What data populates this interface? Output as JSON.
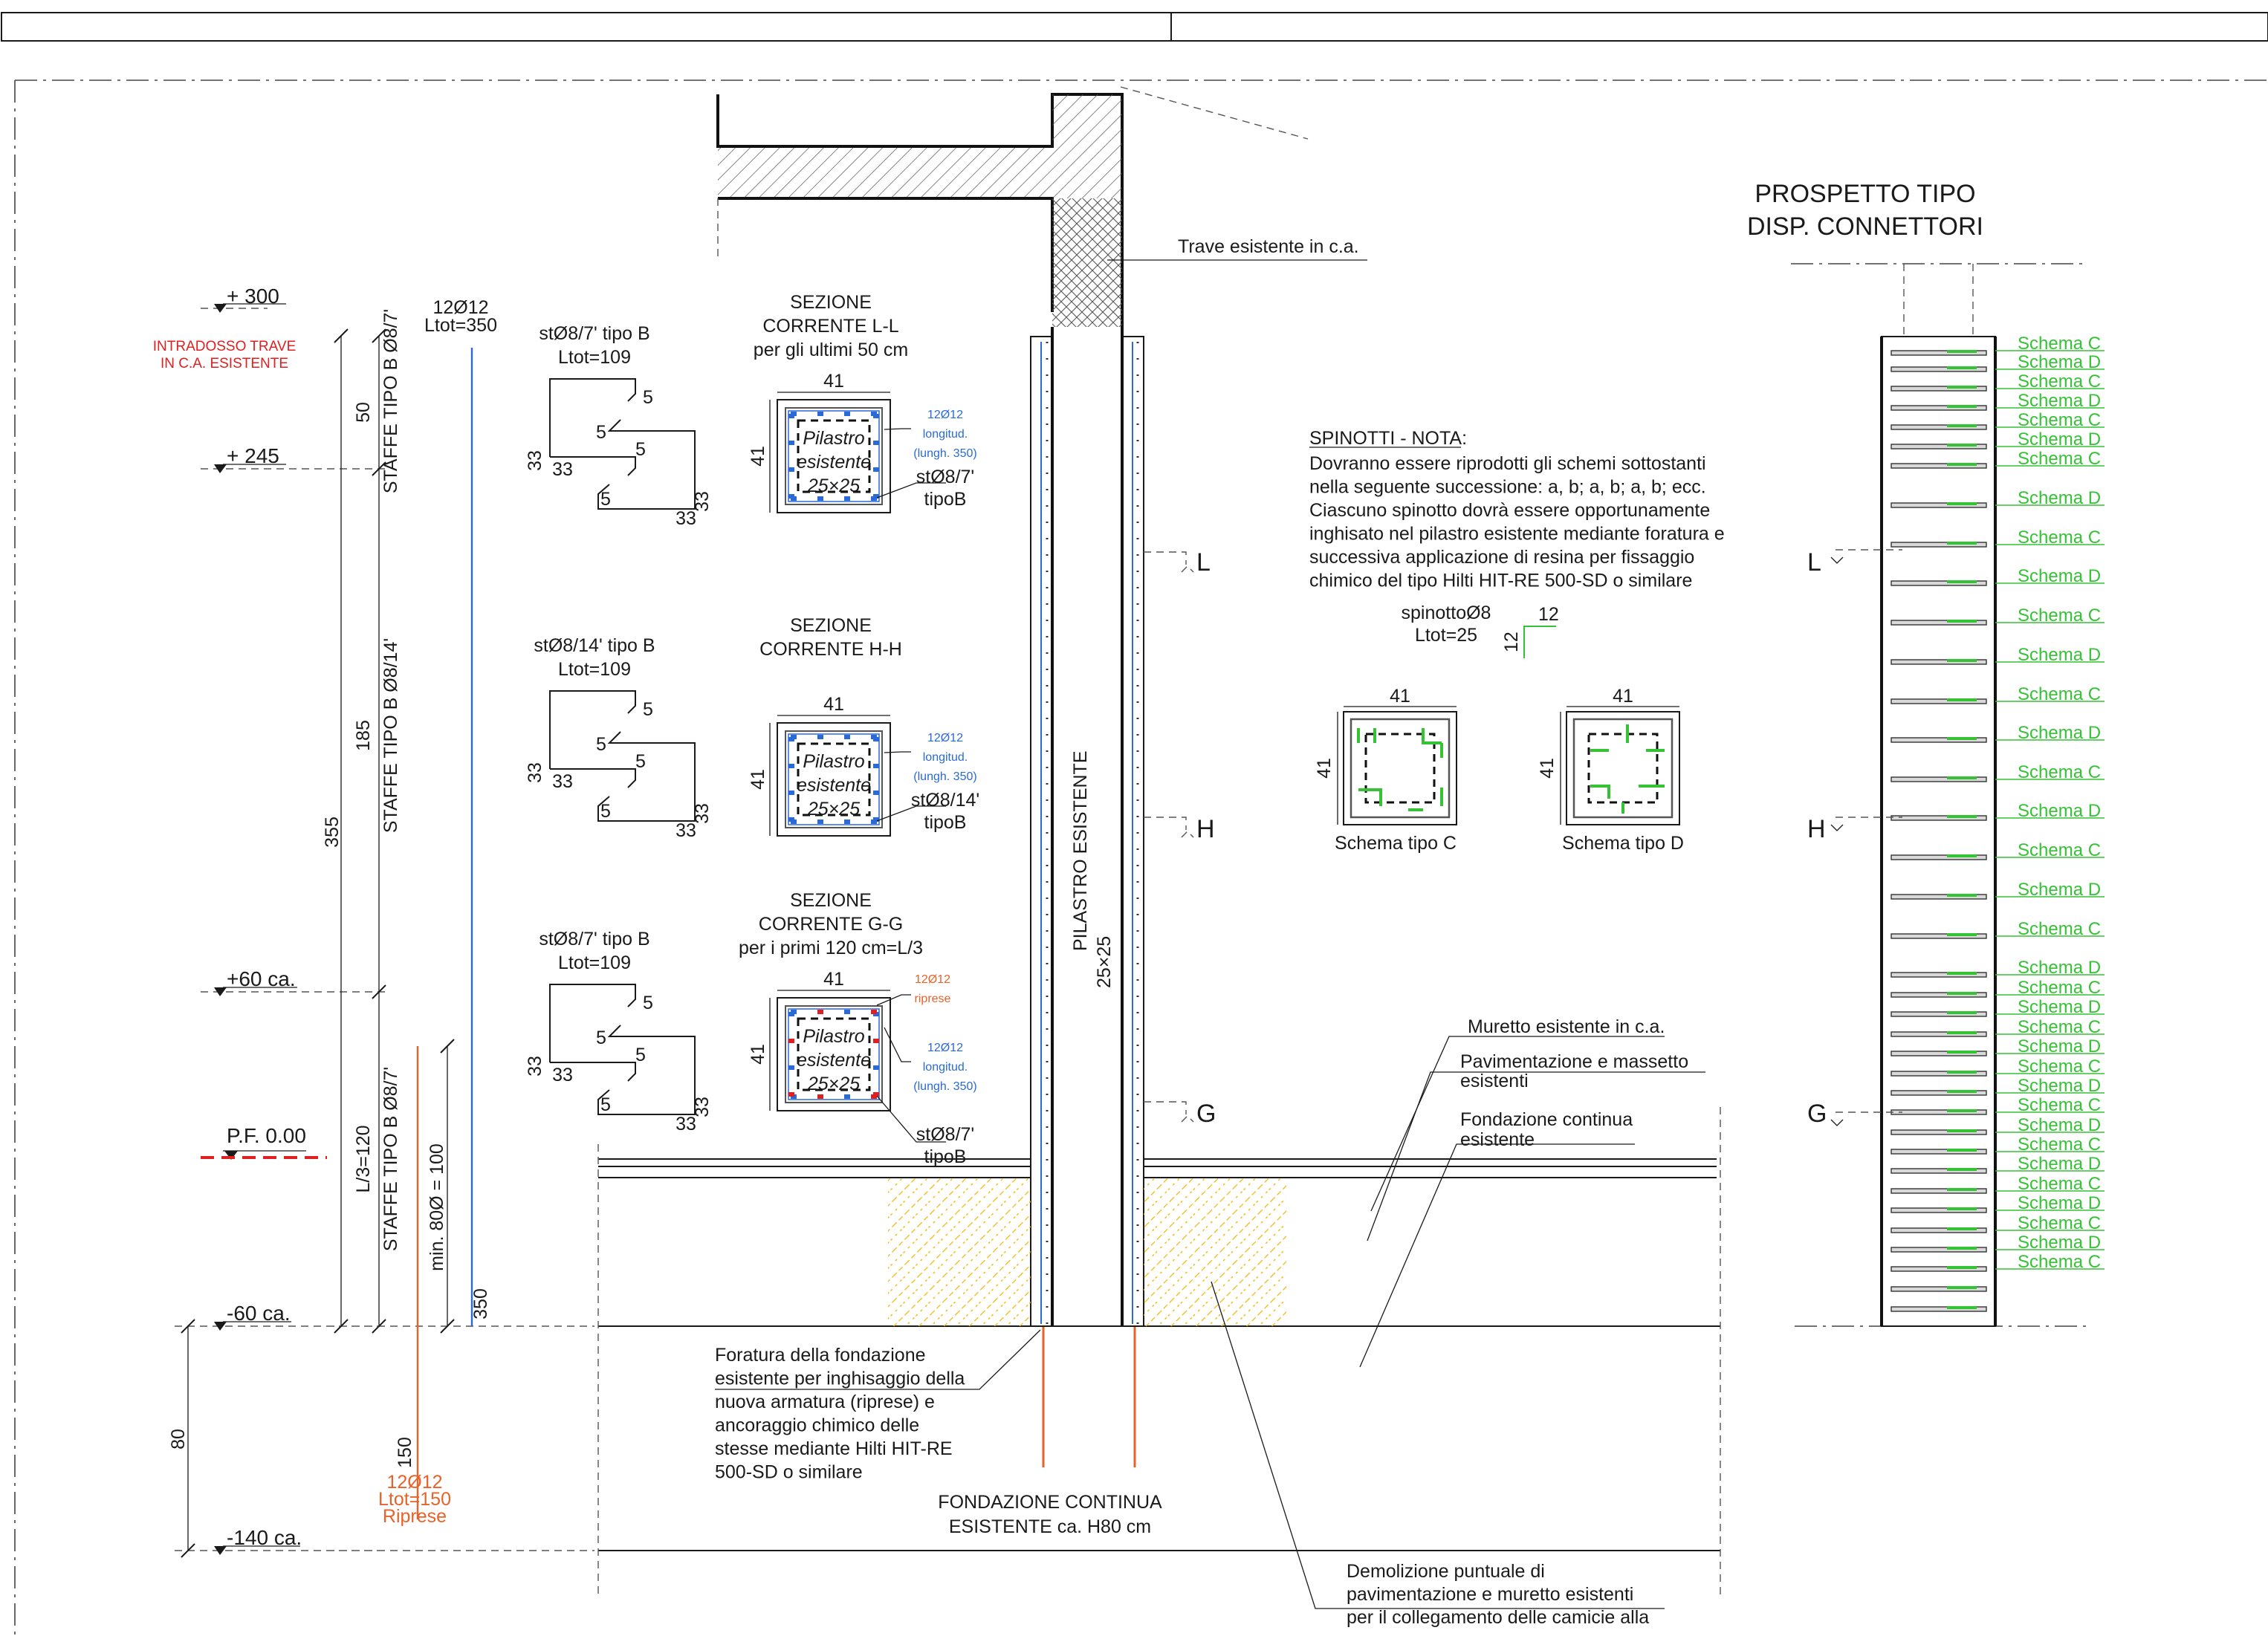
{
  "colors": {
    "line": "#1a1a1a",
    "red": "#e02020",
    "orange": "#e8622a",
    "blue": "#2a6ad8",
    "green": "#35c235",
    "hatch_yellow": "#f2b400"
  },
  "levels": {
    "plus300": "+ 300",
    "plus245": "+ 245",
    "plus60": "+60 ca.",
    "pf": "P.F. 0.00",
    "minus60": "-60 ca.",
    "minus140": "-140 ca."
  },
  "left_dims": {
    "intradosso_1": "INTRADOSSO TRAVE",
    "intradosso_2": "IN C.A. ESISTENTE",
    "d50": "50",
    "d185": "185",
    "d355": "355",
    "d80": "80",
    "d150": "150",
    "d350": "350",
    "l3": "L/3=120",
    "min80": "min. 80Ø = 100",
    "staffe_top": "STAFFE TIPO B Ø8/7'",
    "staffe_mid": "STAFFE TIPO B Ø8/14'",
    "staffe_bot": "STAFFE TIPO B Ø8/7'"
  },
  "bars": {
    "long_1": "12Ø12",
    "long_2": "Ltot=350",
    "rip_1": "12Ø12",
    "rip_2": "Ltot=150",
    "rip_3": "Riprese"
  },
  "stirrups": [
    {
      "title": "stØ8/7' tipo B",
      "ltot": "Ltot=109",
      "d33": "33",
      "d5": "5"
    },
    {
      "title": "stØ8/14' tipo B",
      "ltot": "Ltot=109",
      "d33": "33",
      "d5": "5"
    },
    {
      "title": "stØ8/7' tipo B",
      "ltot": "Ltot=109",
      "d33": "33",
      "d5": "5"
    }
  ],
  "sections": [
    {
      "t1": "SEZIONE",
      "t2": "CORRENTE L-L",
      "t3": "per gli ultimi 50 cm",
      "dim": "41",
      "p1": "Pilastro",
      "p2": "esistente",
      "p3": "25×25",
      "n1": "12Ø12",
      "n2": "longitud.",
      "n3": "(lungh. 350)",
      "st1": "stØ8/7'",
      "st2": "tipoB"
    },
    {
      "t1": "SEZIONE",
      "t2": "CORRENTE H-H",
      "t3": "",
      "dim": "41",
      "p1": "Pilastro",
      "p2": "esistente",
      "p3": "25×25",
      "n1": "12Ø12",
      "n2": "longitud.",
      "n3": "(lungh. 350)",
      "st1": "stØ8/14'",
      "st2": "tipoB"
    },
    {
      "t1": "SEZIONE",
      "t2": "CORRENTE G-G",
      "t3": "per i primi 120 cm=L/3",
      "dim": "41",
      "p1": "Pilastro",
      "p2": "esistente",
      "p3": "25×25",
      "n1": "12Ø12",
      "n2": "longitud.",
      "n3": "(lungh. 350)",
      "st1": "stØ8/7'",
      "st2": "tipoB",
      "r1": "12Ø12",
      "r2": "riprese"
    }
  ],
  "column": {
    "label1": "PILASTRO ESISTENTE",
    "label2": "25×25",
    "cut_l": "L",
    "cut_h": "H",
    "cut_g": "G",
    "trave": "Trave esistente in c.a."
  },
  "notes": {
    "murretto": "Muretto esistente in c.a.",
    "pav1": "Pavimentazione e massetto",
    "pav2": "esistenti",
    "fond1": "Fondazione continua",
    "fond2": "esistente",
    "foratura": [
      "Foratura della fondazione",
      "esistente per inghisaggio della",
      "nuova armatura (riprese) e",
      "ancoraggio chimico delle",
      "stesse mediante Hilti HIT-RE",
      "500-SD o similare"
    ],
    "fondazione_c1": "FONDAZIONE CONTINUA",
    "fondazione_c2": "ESISTENTE ca. H80 cm",
    "demolizione": [
      "Demolizione puntuale di",
      "pavimentazione e muretto esistenti",
      "per il collegamento delle camicie alla"
    ]
  },
  "spinotti": {
    "title": "SPINOTTI - NOTA:",
    "lines": [
      "Dovranno essere riprodotti gli schemi sottostanti",
      "nella seguente successione: a, b; a, b; a, b; ecc.",
      "Ciascuno spinotto dovrà essere opportunamente",
      "inghisato nel pilastro esistente mediante foratura e",
      "successiva applicazione di resina per fissaggio",
      "chimico del tipo Hilti HIT-RE 500-SD o similare"
    ],
    "spin1": "spinottoØ8",
    "spin2": "Ltot=25",
    "d12a": "12",
    "d12b": "12",
    "dimC_top": "41",
    "dimC_side": "41",
    "dimD_top": "41",
    "dimD_side": "41",
    "schemaC": "Schema tipo C",
    "schemaD": "Schema tipo D"
  },
  "prospetto": {
    "title1": "PROSPETTO TIPO",
    "title2": "DISP. CONNETTORI",
    "cut_l": "L",
    "cut_h": "H",
    "cut_g": "G",
    "schema_labels": [
      "Schema C",
      "Schema D",
      "Schema C",
      "Schema D",
      "Schema C",
      "Schema D",
      "Schema C",
      "Schema D",
      "Schema C",
      "Schema D",
      "Schema C",
      "Schema D",
      "Schema C",
      "Schema D",
      "Schema C",
      "Schema D",
      "Schema C",
      "Schema D",
      "Schema C",
      "Schema D",
      "Schema C",
      "Schema D",
      "Schema C",
      "Schema D",
      "Schema C",
      "Schema D",
      "Schema C",
      "Schema D",
      "Schema C",
      "Schema D",
      "Schema C",
      "Schema D",
      "Schema C",
      "Schema D",
      "Schema C"
    ]
  }
}
